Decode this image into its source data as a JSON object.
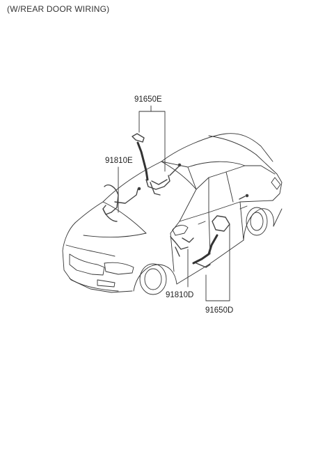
{
  "header": {
    "caption": "(W/REAR DOOR WIRING)"
  },
  "parts": {
    "front_door_harness_upper": "91650E",
    "front_wiring_upper": "91810E",
    "front_wiring_lower": "91810D",
    "rear_door_harness_lower": "91650D"
  },
  "colors": {
    "line": "#333333",
    "harness": "#444444",
    "background": "#ffffff"
  }
}
